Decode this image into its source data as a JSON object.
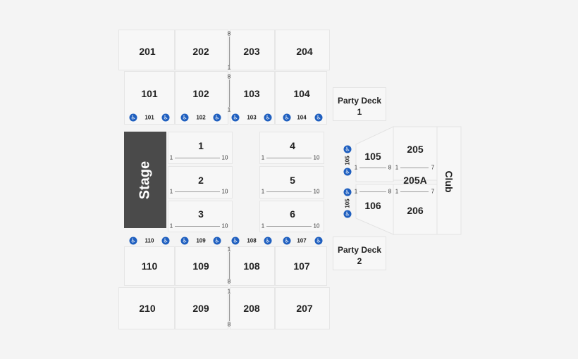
{
  "stage": "Stage",
  "club": "Club",
  "party_decks": [
    "Party Deck\n1",
    "Party Deck\n2"
  ],
  "upper_top": [
    "201",
    "202",
    "203",
    "204"
  ],
  "lower_top": [
    "101",
    "102",
    "103",
    "104"
  ],
  "floor": [
    "1",
    "2",
    "3",
    "4",
    "5",
    "6"
  ],
  "lower_bottom": [
    "110",
    "109",
    "108",
    "107"
  ],
  "upper_bottom": [
    "210",
    "209",
    "208",
    "207"
  ],
  "right_sections": [
    "105",
    "106",
    "205",
    "205A",
    "206"
  ],
  "ada_top": [
    "101",
    "102",
    "103",
    "104"
  ],
  "ada_bottom": [
    "110",
    "109",
    "108",
    "107"
  ],
  "ada_side": [
    "105",
    "105"
  ],
  "row_range_floor": [
    "1",
    "10"
  ],
  "row_range_side": [
    "1",
    "8"
  ],
  "row_range_club": [
    "1",
    "7"
  ],
  "row_range_aisle": [
    "8",
    "1"
  ],
  "accessible_icon": "wheelchair-icon",
  "colors": {
    "stage": "#4a4a4a",
    "accessible": "#1f5fbf"
  }
}
